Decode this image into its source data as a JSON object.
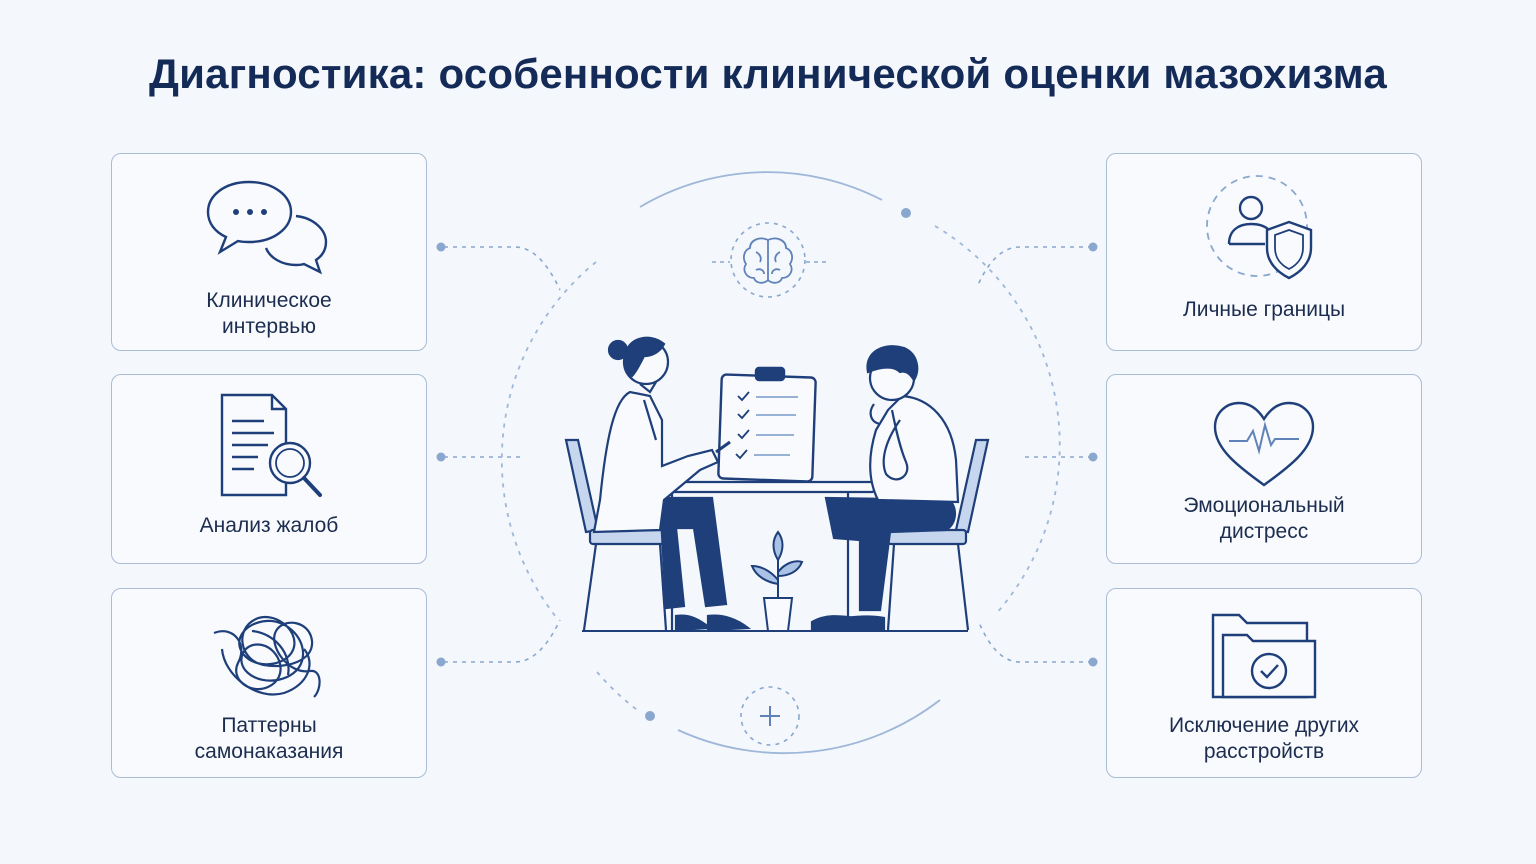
{
  "title": "Диагностика: особенности клинической оценки мазохизма",
  "colors": {
    "navy": "#1f3f7a",
    "accent_light": "#a9c2e6",
    "line": "#8aa8cf",
    "background": "#f4f7fb"
  },
  "left_cards": [
    {
      "label": "Клиническое\nинтервью",
      "icon": "chat-bubbles-icon"
    },
    {
      "label": "Анализ жалоб",
      "icon": "document-magnifier-icon"
    },
    {
      "label": "Паттерны\nсамонаказания",
      "icon": "tangled-scribble-icon"
    }
  ],
  "right_cards": [
    {
      "label": "Личные границы",
      "icon": "person-shield-icon"
    },
    {
      "label": "Эмоциональный\nдистресс",
      "icon": "heart-pulse-icon"
    },
    {
      "label": "Исключение других\nрасстройств",
      "icon": "folder-check-icon"
    }
  ],
  "center": {
    "scene": "clinician-patient-consultation",
    "top_icon": "brain-icon",
    "bottom_icon": "plus-icon"
  }
}
